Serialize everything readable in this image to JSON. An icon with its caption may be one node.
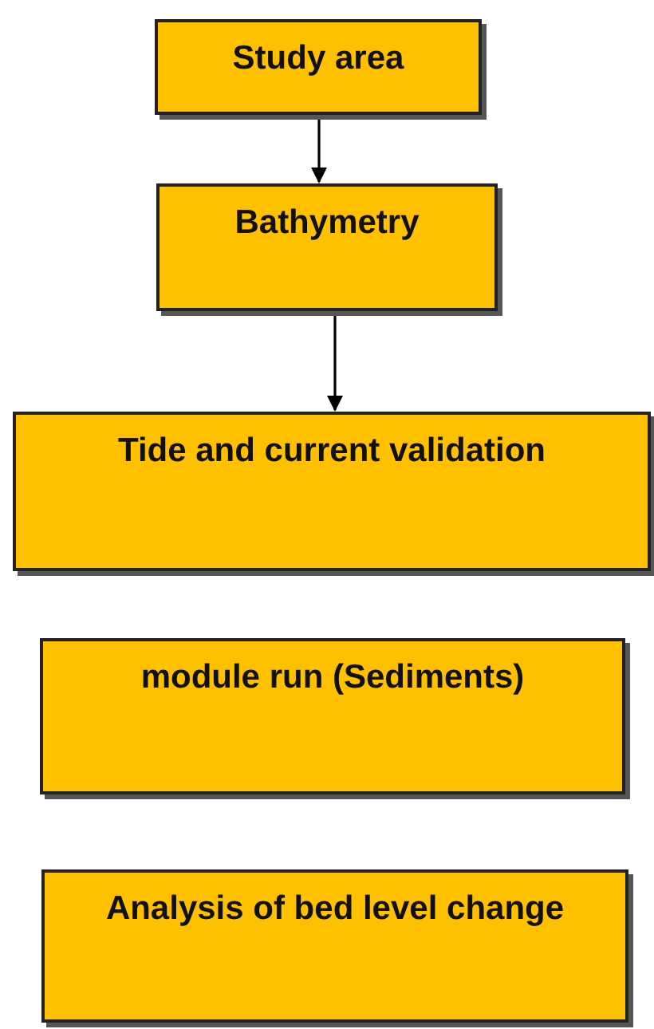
{
  "diagram": {
    "nodes": [
      {
        "text": [
          "Study area"
        ]
      },
      {
        "text": [
          "Bathymetry"
        ]
      },
      {
        "text": [
          "Tide and current validation"
        ]
      },
      {
        "text": [
          "module run (Sediments)"
        ]
      },
      {
        "text": [
          "Analysis of bed level change"
        ]
      }
    ],
    "edges": [
      {
        "from": 0,
        "to": 1,
        "arrow": "to"
      },
      {
        "from": 1,
        "to": 2,
        "arrow": "to"
      }
    ]
  }
}
